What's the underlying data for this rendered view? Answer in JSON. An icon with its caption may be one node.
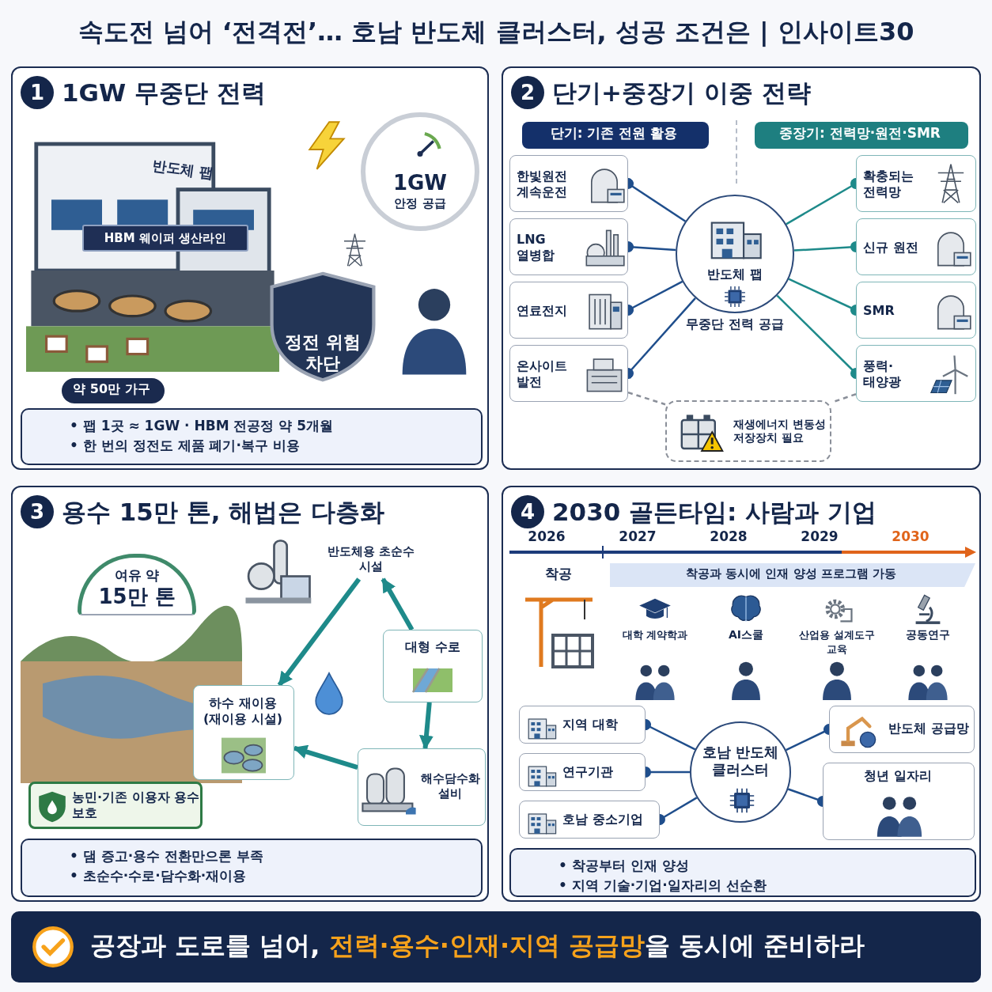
{
  "diagram": {
    "title": "속도전 넘어 ‘전격전’… 호남 반도체 클러스터, 성공 조건은 | 인사이트30",
    "nodes": [
      {
        "text": [
          "1",
          "1GW 무중단 전력"
        ]
      },
      {
        "text": [
          "HBM 웨이퍼 생산라인"
        ],
        "in": 0
      },
      {
        "text": [
          "1GW",
          "안정 공급"
        ],
        "in": 0
      },
      {
        "text": [
          "정전 위험 차단"
        ],
        "in": 0
      },
      {
        "text": [
          "약 50만 가구"
        ],
        "in": 0
      },
      {
        "text": [
          "• 팹 1곳 ≈ 1GW · HBM 전공정 약 5개월",
          "• 한 번의 정전도 제품 폐기·복구 비용"
        ],
        "in": 0
      },
      {
        "text": [
          "2",
          "단기+중장기 이중 전략"
        ]
      },
      {
        "text": [
          "단기: 기존 전원 활용"
        ],
        "in": 6
      },
      {
        "text": [
          "중장기: 전력망·원전·SMR"
        ],
        "in": 6
      },
      {
        "text": [
          "한빛원전 계속운전"
        ],
        "in": 6
      },
      {
        "text": [
          "LNG 열병합"
        ],
        "in": 6
      },
      {
        "text": [
          "연료전지"
        ],
        "in": 6
      },
      {
        "text": [
          "온사이트 발전"
        ],
        "in": 6
      },
      {
        "text": [
          "반도체 팹"
        ],
        "in": 6,
        "beside": [
          "무중단 전력 공급"
        ]
      },
      {
        "text": [
          "확충되는 전력망"
        ],
        "in": 6
      },
      {
        "text": [
          "신규 원전"
        ],
        "in": 6
      },
      {
        "text": [
          "SMR"
        ],
        "in": 6
      },
      {
        "text": [
          "풍력·태양광"
        ],
        "in": 6
      },
      {
        "text": [
          "재생에너지 변동성 저장장치 필요"
        ],
        "in": 6
      },
      {
        "text": [
          "3",
          "용수 15만 톤, 해법은 다층화"
        ]
      },
      {
        "text": [
          "여유 약",
          "15만 톤"
        ],
        "in": 19
      },
      {
        "text": [
          "반도체용 초순수 시설"
        ],
        "in": 19
      },
      {
        "text": [
          "대형 수로"
        ],
        "in": 19
      },
      {
        "text": [
          "해수담수화 설비"
        ],
        "in": 19
      },
      {
        "text": [
          "하수 재이용 (재이용 시설)"
        ],
        "in": 19
      },
      {
        "text": [
          "농민·기존 이용자 용수 보호"
        ],
        "in": 19
      },
      {
        "text": [
          "• 댐 증고·용수 전환만으론 부족",
          "• 초순수·수로·담수화·재이용"
        ],
        "in": 19
      },
      {
        "text": [
          "4",
          "2030 골든타임: 사람과 기업"
        ]
      },
      {
        "text": [
          "착공과 동시에 인재 양성 프로그램 가동"
        ],
        "in": 27
      },
      {
        "text": [
          "지역 대학"
        ],
        "in": 27
      },
      {
        "text": [
          "연구기관"
        ],
        "in": 27
      },
      {
        "text": [
          "호남 중소기업"
        ],
        "in": 27
      },
      {
        "text": [
          "호남 반도체 클러스터"
        ],
        "in": 27
      },
      {
        "text": [
          "반도체 공급망"
        ],
        "in": 27
      },
      {
        "text": [
          "청년 일자리"
        ],
        "in": 27
      },
      {
        "text": [
          "• 착공부터 인재 양성",
          "• 지역 기술·기업·일자리의 선순환"
        ],
        "in": 27
      },
      {
        "text": [
          "공장과 도로를 넘어, **전력·용수·인재·지역 공급망**을 동시에 준비하라"
        ]
      }
    ],
    "edges": [
      {
        "from": 9,
        "to": 13,
        "arrow": "other"
      },
      {
        "from": 10,
        "to": 13,
        "arrow": "other"
      },
      {
        "from": 11,
        "to": 13,
        "arrow": "other"
      },
      {
        "from": 12,
        "to": 13,
        "arrow": "other"
      },
      {
        "from": 14,
        "to": 13,
        "arrow": "other",
        "color": "#1e8a8a"
      },
      {
        "from": 15,
        "to": 13,
        "arrow": "other",
        "color": "#1e8a8a"
      },
      {
        "from": 16,
        "to": 13,
        "arrow": "other",
        "color": "#1e8a8a"
      },
      {
        "from": 17,
        "to": 13,
        "arrow": "other",
        "color": "#1e8a8a"
      },
      {
        "from": 12,
        "to": 18,
        "arrow": "none",
        "style": "dashed",
        "color": "#8a8f99"
      },
      {
        "from": 17,
        "to": 18,
        "arrow": "none",
        "style": "dashed",
        "color": "#8a8f99"
      },
      {
        "from": 22,
        "to": 21,
        "arrow": "to",
        "style": "thick",
        "color": "#1e8a8a"
      },
      {
        "from": 21,
        "to": 24,
        "arrow": "to",
        "style": "thick",
        "color": "#1e8a8a"
      },
      {
        "from": 22,
        "to": 23,
        "arrow": "to",
        "style": "thick",
        "color": "#1e8a8a"
      },
      {
        "from": 23,
        "to": 24,
        "arrow": "to",
        "style": "thick",
        "color": "#1e8a8a"
      },
      {
        "from": 29,
        "to": 32,
        "arrow": "other"
      },
      {
        "from": 30,
        "to": 32,
        "arrow": "other"
      },
      {
        "from": 31,
        "to": 32,
        "arrow": "other"
      },
      {
        "from": 33,
        "to": 32,
        "arrow": "other"
      },
      {
        "from": 34,
        "to": 32,
        "arrow": "other"
      }
    ],
    "labels": [
      "반도체 팹",
      "2026",
      "2027",
      "2028",
      "2029",
      "2030",
      "착공",
      "대학 계약학과",
      "AI스쿨",
      "산업용 설계도구 교육",
      "공동연구"
    ]
  }
}
